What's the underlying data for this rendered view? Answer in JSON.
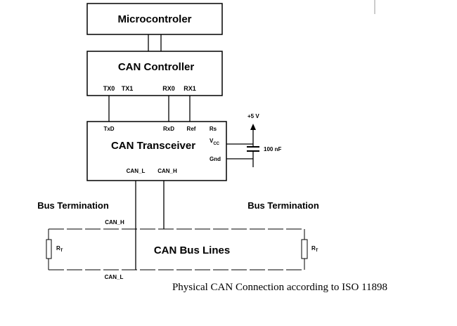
{
  "blocks": {
    "microcontroller": "Microcontroler",
    "can_controller": "CAN Controller",
    "can_transceiver": "CAN Transceiver",
    "bus_lines": "CAN Bus Lines"
  },
  "controller_pins": {
    "tx0": "TX0",
    "tx1": "TX1",
    "rx0": "RX0",
    "rx1": "RX1"
  },
  "transceiver_pins": {
    "txd": "TxD",
    "rxd": "RxD",
    "ref": "Ref",
    "rs": "Rs",
    "vcc_main": "V",
    "vcc_sub": "CC",
    "gnd": "Gnd",
    "can_l": "CAN_L",
    "can_h": "CAN_H"
  },
  "supply": {
    "voltage": "+5 V",
    "capacitor": "100 nF"
  },
  "bus": {
    "termination_left": "Bus Termination",
    "termination_right": "Bus Termination",
    "can_h_label": "CAN_H",
    "can_l_label": "CAN_L",
    "rt_main": "R",
    "rt_sub": "T"
  },
  "caption": "Physical CAN Connection according to ISO 11898"
}
